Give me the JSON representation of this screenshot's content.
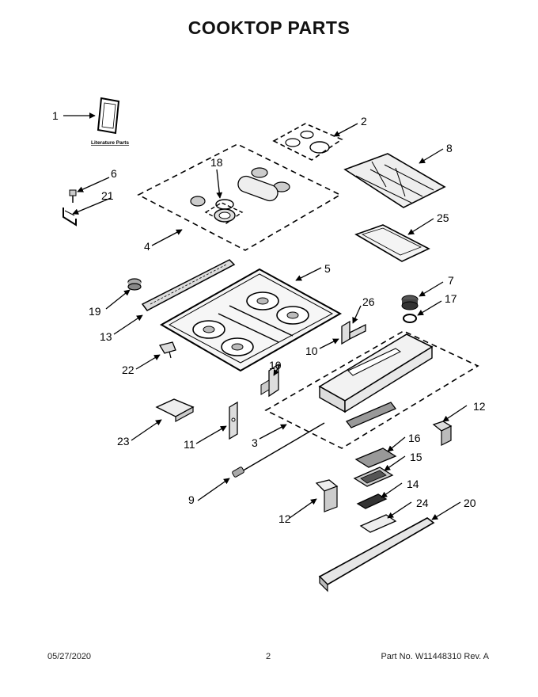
{
  "title": "COOKTOP PARTS",
  "literature_label": "Literature Parts",
  "callouts": {
    "c1": "1",
    "c2": "2",
    "c3": "3",
    "c4": "4",
    "c5": "5",
    "c6": "6",
    "c7": "7",
    "c8": "8",
    "c9": "9",
    "c10a": "10",
    "c10b": "10",
    "c11": "11",
    "c12a": "12",
    "c12b": "12",
    "c13": "13",
    "c14": "14",
    "c15": "15",
    "c16": "16",
    "c17": "17",
    "c18": "18",
    "c19": "19",
    "c20": "20",
    "c21": "21",
    "c22": "22",
    "c23": "23",
    "c24": "24",
    "c25": "25",
    "c26": "26"
  },
  "footer": {
    "date": "05/27/2020",
    "page": "2",
    "part_number": "Part No.  W11448310  Rev.  A"
  }
}
